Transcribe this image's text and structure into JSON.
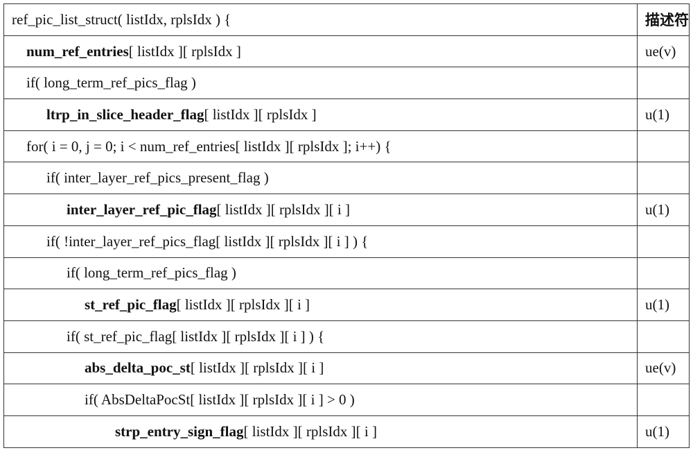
{
  "header": {
    "code": "ref_pic_list_struct( listIdx, rplsIdx ) {",
    "descriptor": "描述符"
  },
  "rows": [
    {
      "level": 1,
      "bold": "num_ref_entries",
      "text": "[ listIdx ][ rplsIdx ]",
      "descriptor": "ue(v)"
    },
    {
      "level": 1,
      "bold": "",
      "text": "if( long_term_ref_pics_flag )",
      "descriptor": ""
    },
    {
      "level": 2,
      "bold": "ltrp_in_slice_header_flag",
      "text": "[ listIdx ][ rplsIdx ]",
      "descriptor": "u(1)"
    },
    {
      "level": 1,
      "bold": "",
      "text": "for( i = 0, j = 0; i < num_ref_entries[ listIdx ][ rplsIdx ]; i++) {",
      "descriptor": ""
    },
    {
      "level": 2,
      "bold": "",
      "text": "if( inter_layer_ref_pics_present_flag )",
      "descriptor": ""
    },
    {
      "level": 3,
      "bold": "inter_layer_ref_pic_flag",
      "text": "[ listIdx ][ rplsIdx ][ i ]",
      "descriptor": "u(1)"
    },
    {
      "level": 2,
      "bold": "",
      "text": "if( !inter_layer_ref_pics_flag[ listIdx ][ rplsIdx ][ i ] ) {",
      "descriptor": ""
    },
    {
      "level": 3,
      "bold": "",
      "text": "if( long_term_ref_pics_flag )",
      "descriptor": ""
    },
    {
      "level": 4,
      "bold": "st_ref_pic_flag",
      "text": "[ listIdx ][ rplsIdx ][ i ]",
      "descriptor": "u(1)"
    },
    {
      "level": 3,
      "bold": "",
      "text": "if( st_ref_pic_flag[ listIdx ][ rplsIdx ][ i ] ) {",
      "descriptor": ""
    },
    {
      "level": 4,
      "bold": "abs_delta_poc_st",
      "text": "[ listIdx ][ rplsIdx ][ i ]",
      "descriptor": "ue(v)"
    },
    {
      "level": 4,
      "bold": "",
      "text": "if( AbsDeltaPocSt[ listIdx ][ rplsIdx ][ i ] > 0 )",
      "descriptor": ""
    },
    {
      "level": 5,
      "bold": "strp_entry_sign_flag",
      "text": "[ listIdx ][ rplsIdx ][ i ]",
      "descriptor": "u(1)"
    }
  ]
}
